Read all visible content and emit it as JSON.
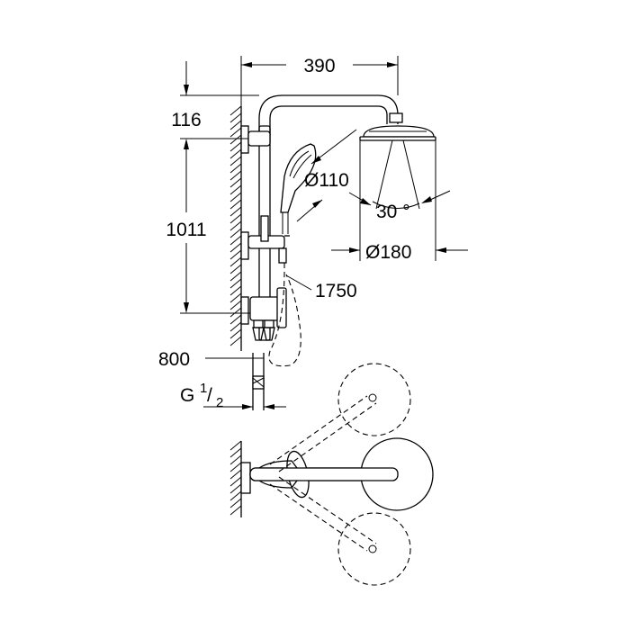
{
  "drawing": {
    "dimensions": {
      "width_top": "390",
      "height_upper": "116",
      "height_rail": "1011",
      "hand_shower_diameter": "Ø110",
      "spray_angle": "30 °",
      "head_shower_diameter": "Ø180",
      "hose_length": "1750",
      "outlet_height": "800",
      "thread_prefix": "G",
      "thread_num": "1",
      "thread_den": "2"
    }
  }
}
